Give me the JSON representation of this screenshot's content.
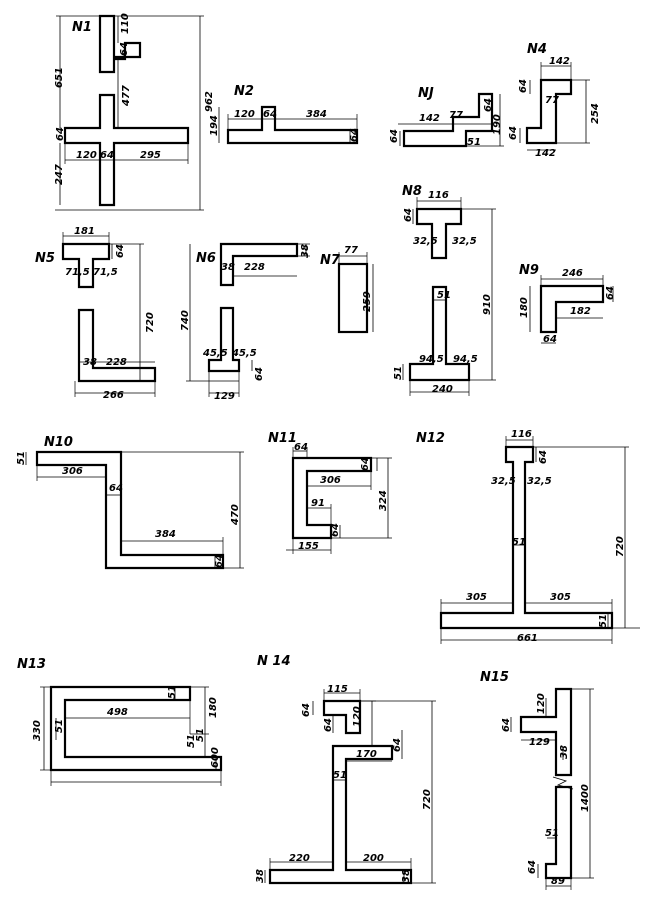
{
  "profiles": [
    {
      "title": "N1",
      "dims": [
        "110",
        "64",
        "651",
        "962",
        "477",
        "64",
        "120",
        "64",
        "295",
        "247"
      ]
    },
    {
      "title": "N2",
      "dims": [
        "120",
        "64",
        "384",
        "194",
        "64"
      ]
    },
    {
      "title": "NJ",
      "dims": [
        "64",
        "142",
        "77",
        "64",
        "51",
        "190"
      ]
    },
    {
      "title": "N4",
      "dims": [
        "142",
        "64",
        "77",
        "254",
        "64",
        "142"
      ]
    },
    {
      "title": "N5",
      "dims": [
        "181",
        "64",
        "71,5",
        "71,5",
        "720",
        "38",
        "228",
        "266"
      ]
    },
    {
      "title": "N6",
      "dims": [
        "38",
        "228",
        "38",
        "740",
        "45,5",
        "45,5",
        "64",
        "129"
      ]
    },
    {
      "title": "N7",
      "dims": [
        "77",
        "259"
      ]
    },
    {
      "title": "N8",
      "dims": [
        "116",
        "64",
        "32,5",
        "32,5",
        "910",
        "51",
        "94,5",
        "94,5",
        "51",
        "240"
      ]
    },
    {
      "title": "N9",
      "dims": [
        "246",
        "64",
        "180",
        "182",
        "64"
      ]
    },
    {
      "title": "N10",
      "dims": [
        "51",
        "306",
        "64",
        "470",
        "384",
        "64"
      ]
    },
    {
      "title": "N11",
      "dims": [
        "64",
        "306",
        "64",
        "324",
        "91",
        "64",
        "155"
      ]
    },
    {
      "title": "N12",
      "dims": [
        "116",
        "64",
        "32,5",
        "32,5",
        "720",
        "51",
        "305",
        "305",
        "51",
        "661"
      ]
    },
    {
      "title": "N13",
      "dims": [
        "330",
        "51",
        "498",
        "180",
        "51",
        "51",
        "51",
        "600"
      ]
    },
    {
      "title": "N 14",
      "dims": [
        "115",
        "64",
        "64",
        "120",
        "170",
        "64",
        "51",
        "720",
        "220",
        "200",
        "38",
        "38"
      ]
    },
    {
      "title": "N15",
      "dims": [
        "120",
        "64",
        "129",
        "38",
        "1400",
        "51",
        "64",
        "89"
      ]
    }
  ]
}
